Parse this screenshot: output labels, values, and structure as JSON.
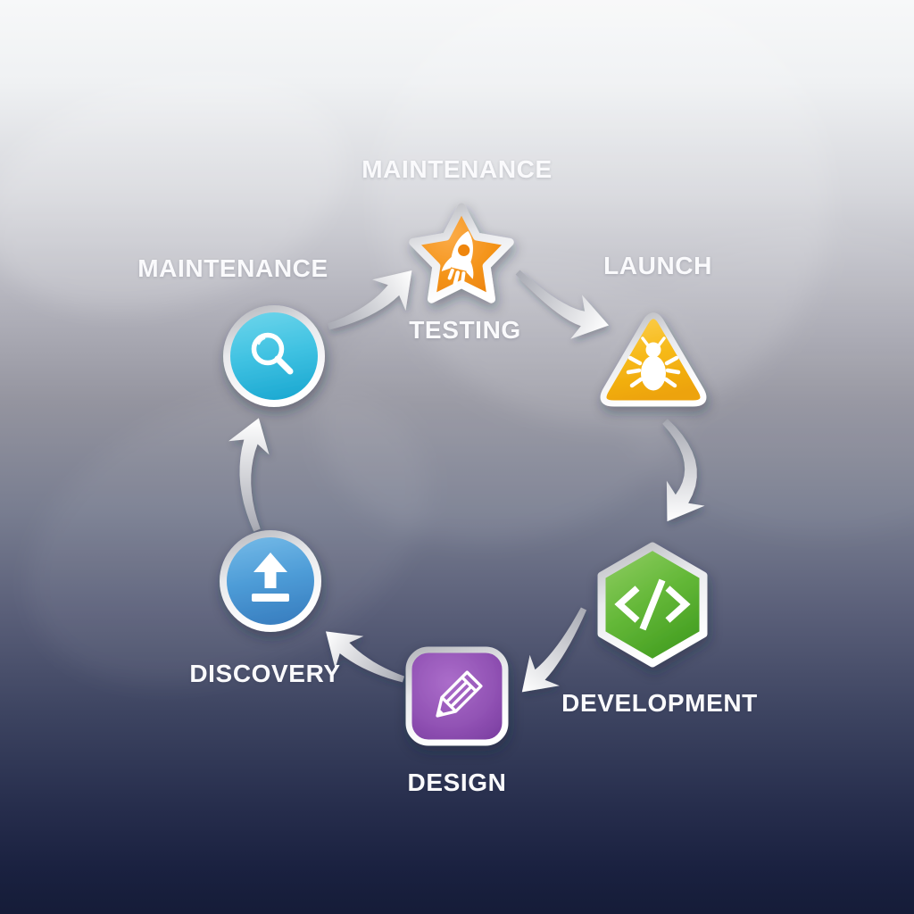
{
  "diagram": {
    "type": "software-development-lifecycle-cycle",
    "labels": {
      "maintenance_top": "MAINTENANCE",
      "testing": "TESTING",
      "launch": "LAUNCH",
      "development": "DEVELOPMENT",
      "design": "DESIGN",
      "discovery": "DISCOVERY",
      "maintenance_left": "MAINTENANCE"
    },
    "nodes": [
      {
        "id": "testing",
        "label": "TESTING",
        "shape": "star",
        "icon": "rocket-icon",
        "color": "#F29212"
      },
      {
        "id": "launch",
        "label": "LAUNCH",
        "shape": "rounded-triangle",
        "icon": "bug-icon",
        "color": "#F5B616"
      },
      {
        "id": "development",
        "label": "DEVELOPMENT",
        "shape": "hexagon",
        "icon": "code-icon",
        "color": "#5FB338"
      },
      {
        "id": "design",
        "label": "DESIGN",
        "shape": "rounded-square",
        "icon": "pencil-icon",
        "color": "#9152B4"
      },
      {
        "id": "discovery",
        "label": "DISCOVERY",
        "shape": "circle",
        "icon": "upload-icon",
        "color": "#4E9CD7"
      },
      {
        "id": "maintenance",
        "label": "MAINTENANCE",
        "shape": "circle",
        "icon": "search-icon",
        "color": "#3FC0E0"
      }
    ],
    "flow_order": [
      "MAINTENANCE",
      "TESTING",
      "LAUNCH",
      "DEVELOPMENT",
      "DESIGN",
      "DISCOVERY"
    ],
    "arrow_count": 6,
    "colors": {
      "arrow_silver": "#D8D9DD",
      "rim_silver": "#E8E9EC",
      "label_text": "#FAFAFC",
      "background_top": "#F7F8F9",
      "background_bottom": "#151C38"
    }
  }
}
